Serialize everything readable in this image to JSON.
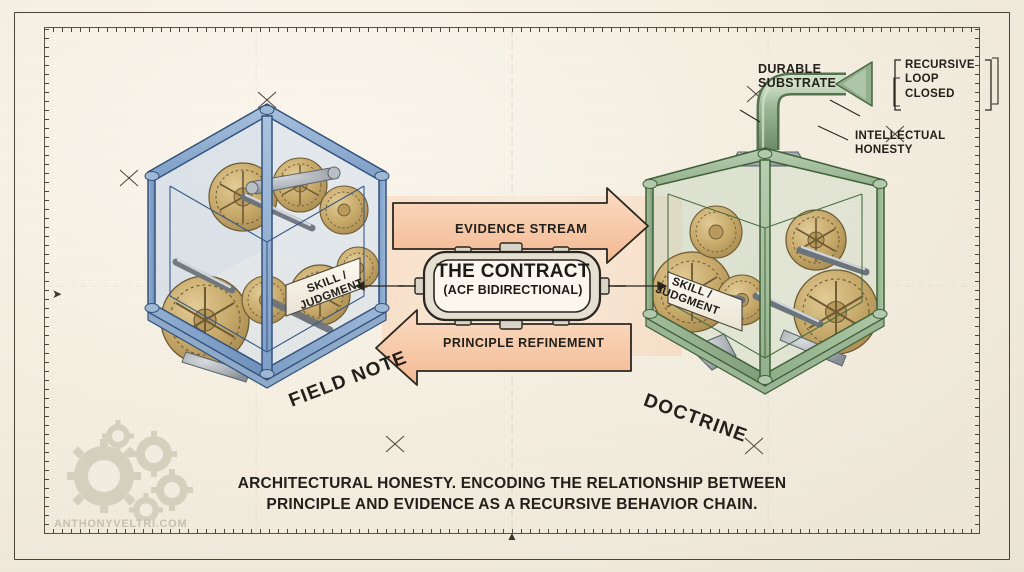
{
  "sheet": {
    "background_color": "#efe8da",
    "ink_color": "#23201b"
  },
  "diagram": {
    "title_caption_line1": "ARCHITECTURAL HONESTY. ENCODING THE RELATIONSHIP BETWEEN",
    "title_caption_line2": "PRINCIPLE AND EVIDENCE AS A RECURSIVE BEHAVIOR CHAIN."
  },
  "left_module": {
    "name": "FIELD NOTE",
    "inner_plate_line1": "SKILL /",
    "inner_plate_line2": "JUDGMENT",
    "frame_color": "#7d9dc4",
    "gear_color": "#c9a96a"
  },
  "right_module": {
    "name": "DOCTRINE",
    "inner_plate_line1": "SKILL /",
    "inner_plate_line2": "JUDGMENT",
    "frame_color": "#8fae8a",
    "gear_color": "#c9a96a"
  },
  "center_node": {
    "title": "THE CONTRACT",
    "subtitle": "(ACF BIDIRECTIONAL)"
  },
  "flows": {
    "forward_label": "EVIDENCE STREAM",
    "reverse_label": "PRINCIPLE REFINEMENT",
    "arrow_fill": "#f6c6a4",
    "arrow_stroke": "#2b2720"
  },
  "annotations": {
    "durable_substrate_line1": "DURABLE",
    "durable_substrate_line2": "SUBSTRATE",
    "recursive_loop_line1": "RECURSIVE",
    "recursive_loop_line2": "LOOP",
    "recursive_loop_line3": "CLOSED",
    "intellectual_honesty_line1": "INTELLECTUAL",
    "intellectual_honesty_line2": "HONESTY"
  },
  "watermark": {
    "text": "ANTHONYVELTRI.COM",
    "icon": "gears-icon"
  }
}
